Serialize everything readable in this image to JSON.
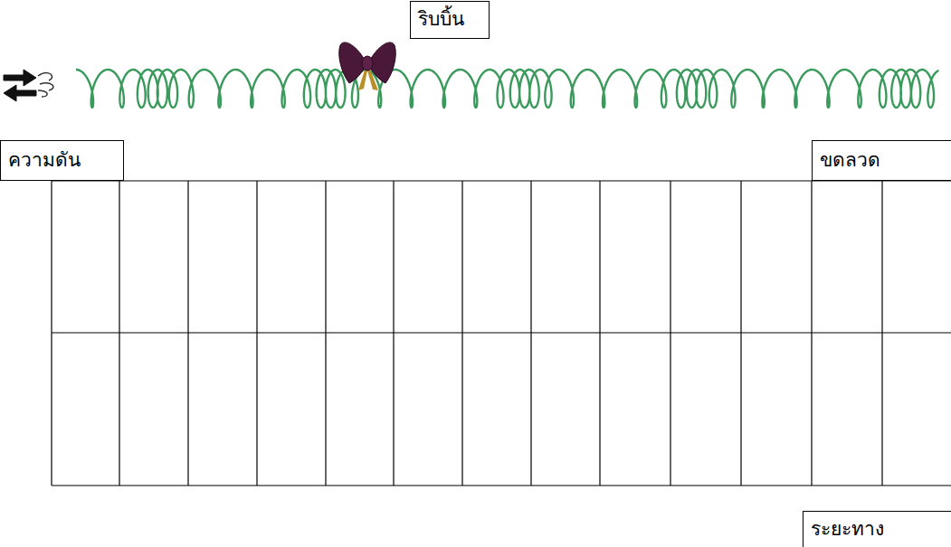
{
  "diagram": {
    "nodes": [
      {
        "text": [
          "ริบบิ้น"
        ]
      },
      {
        "text": [
          "ความดัน"
        ]
      },
      {
        "text": [
          "ขดลวด"
        ]
      },
      {
        "text": [
          "ระยะทาง"
        ]
      }
    ]
  }
}
